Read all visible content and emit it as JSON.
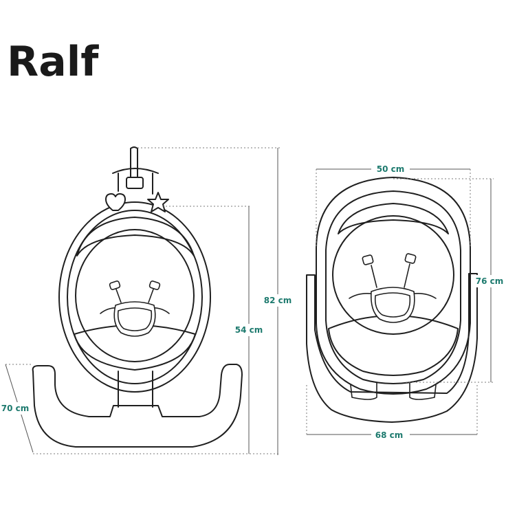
{
  "title": "Ralf",
  "accent_color": "#1d7a6e",
  "dimensions": {
    "total_height": "82 cm",
    "seat_height": "54 cm",
    "base_depth": "70 cm",
    "top_width": "50 cm",
    "top_length": "76 cm",
    "base_width": "68 cm"
  }
}
